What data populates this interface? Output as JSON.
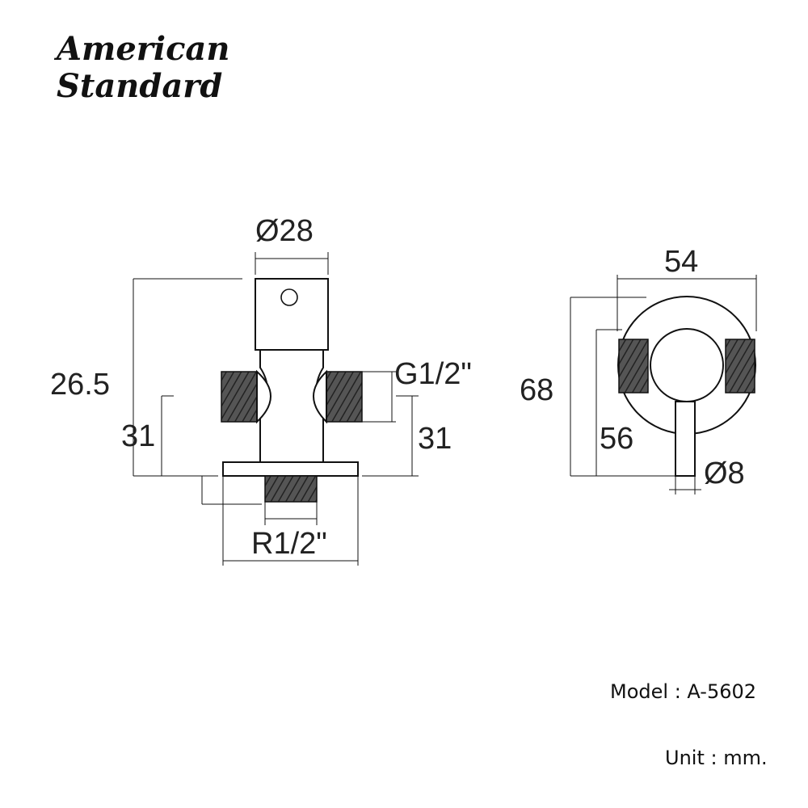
{
  "brand": {
    "line1": "American",
    "line2": "Standard"
  },
  "dimensions": {
    "top_diameter": "Ø28",
    "height_total": "26.5",
    "outlet_thread": "G1/2\"",
    "left_outlet_height": "31",
    "right_outlet_height": "31",
    "inlet_thread": "R1/2\"",
    "side_width": "54",
    "side_height_outer": "68",
    "side_height_inner": "56",
    "handle_diameter": "Ø8"
  },
  "footer": {
    "model": "Model : A-5602",
    "unit": "Unit : mm."
  }
}
